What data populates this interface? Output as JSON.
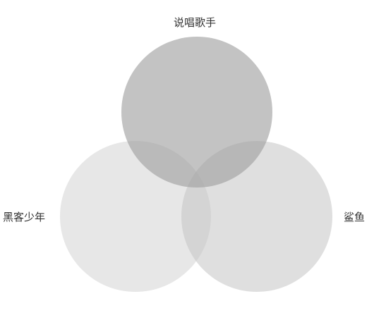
{
  "diagram": {
    "type": "venn-3",
    "sets": [
      {
        "id": "top",
        "label": "说唱歌手",
        "color": "#9e9e9e",
        "opacity": 0.62
      },
      {
        "id": "left",
        "label": "黑客少年",
        "color": "#d9d9d9",
        "opacity": 0.62
      },
      {
        "id": "right",
        "label": "鲨鱼",
        "color": "#c4c4c4",
        "opacity": 0.55
      }
    ]
  }
}
